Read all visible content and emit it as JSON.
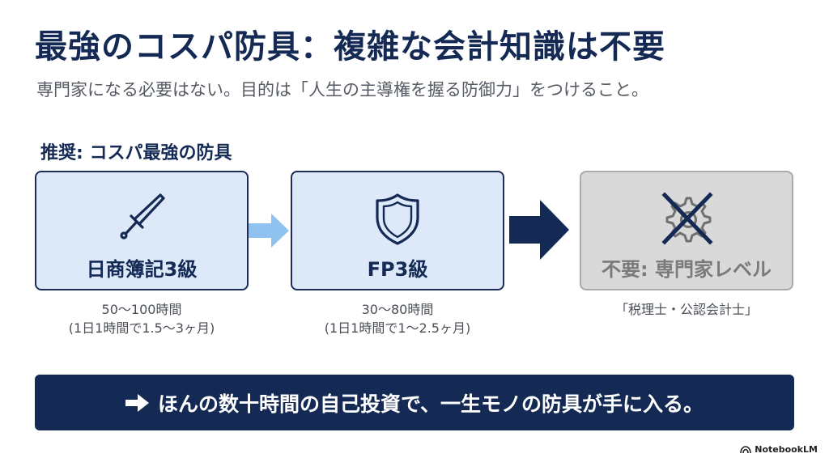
{
  "title": "最強のコスパ防具：複雑な会計知識は不要",
  "subtitle": "専門家になる必要はない。目的は「人生の主導権を握る防御力」をつけること。",
  "section_label": "推奨: コスパ最強の防具",
  "cards": [
    {
      "label": "日商簿記3級",
      "icon": "sword-icon",
      "caption_line1": "50〜100時間",
      "caption_line2": "(1日1時間で1.5〜3ヶ月)"
    },
    {
      "label": "FP3級",
      "icon": "shield-icon",
      "caption_line1": "30〜80時間",
      "caption_line2": "(1日1時間で1〜2.5ヶ月)"
    },
    {
      "label": "不要: 専門家レベル",
      "icon": "crossed-out-gear-icon",
      "caption_line1": "「税理士・公認会計士」"
    }
  ],
  "banner_text": "ほんの数十時間の自己投資で、一生モノの防具が手に入る。",
  "brand": "NotebookLM",
  "colors": {
    "navy": "#142a55",
    "card_blue": "#dde9f9",
    "card_gray": "#d9d9d9",
    "light_arrow": "#8fc2ef",
    "text_gray": "#555a63"
  }
}
